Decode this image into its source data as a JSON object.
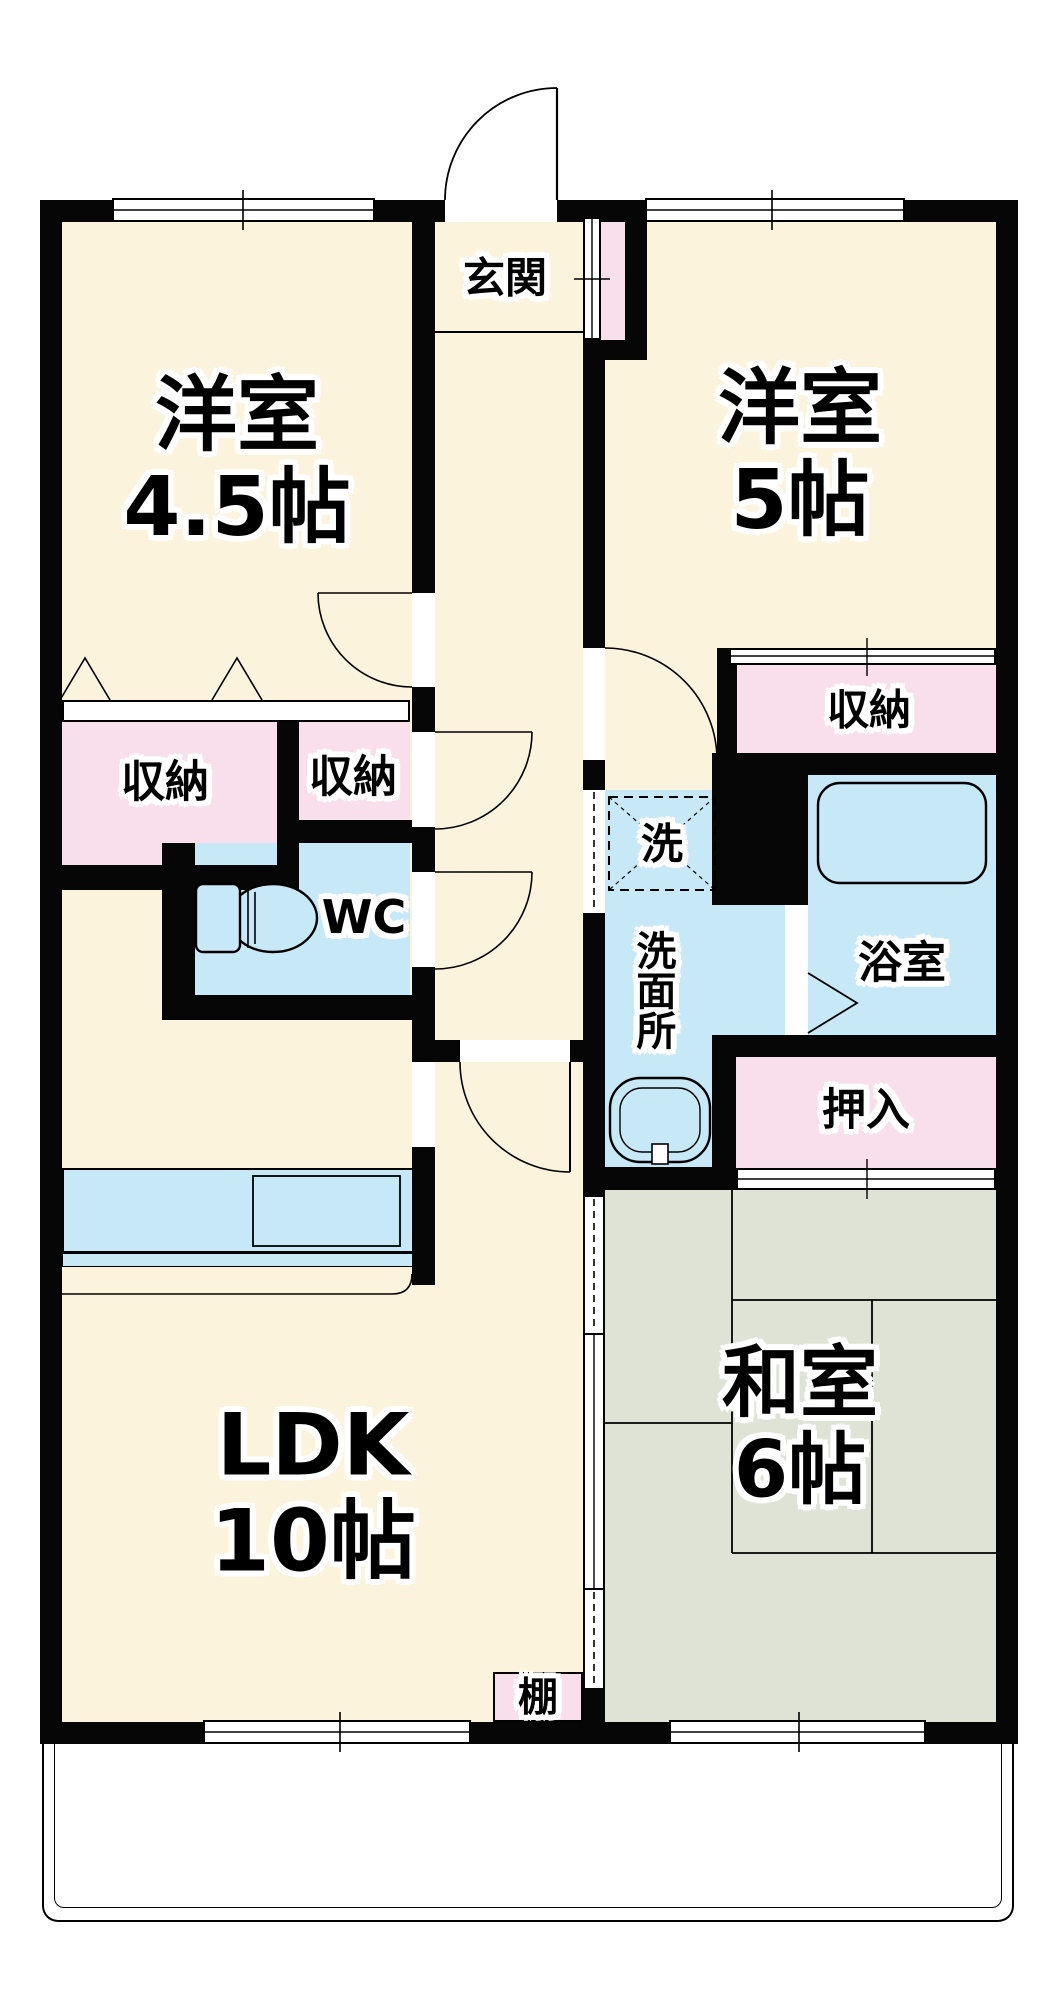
{
  "rooms": {
    "western_a": {
      "label": "洋室",
      "size": "4.5帖"
    },
    "western_b": {
      "label": "洋室",
      "size": "5帖"
    },
    "japanese": {
      "label": "和室",
      "size": "6帖"
    },
    "ldk": {
      "label": "LDK",
      "size": "10帖"
    },
    "entrance": {
      "label": "玄関"
    },
    "storage_a": {
      "label": "収納"
    },
    "storage_b": {
      "label": "収納"
    },
    "storage_c": {
      "label": "収納"
    },
    "toilet": {
      "label": "WC"
    },
    "washer": {
      "label": "洗"
    },
    "washroom": {
      "label": "洗面所"
    },
    "bathroom": {
      "label": "浴室"
    },
    "oshiire": {
      "label": "押入"
    },
    "shelf": {
      "label": "棚"
    }
  },
  "colors": {
    "wall": "#060606",
    "floor_cream": "#FCF3DD",
    "storage_pink": "#F8DFEB",
    "water_blue": "#C7E8F7",
    "tatami_green": "#DFE3D6",
    "balcony": "#FFFFFF"
  }
}
